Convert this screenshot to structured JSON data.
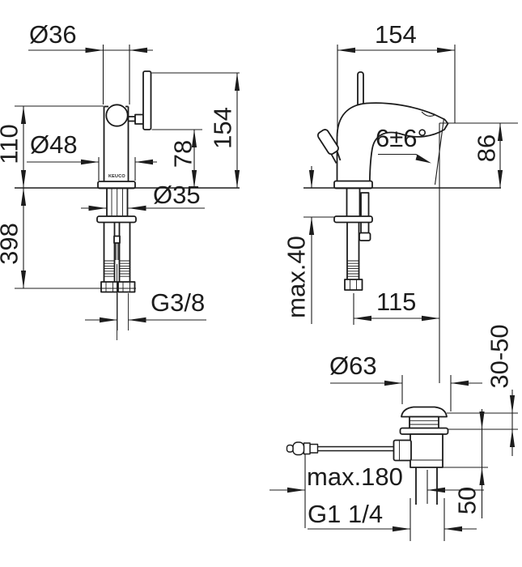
{
  "colors": {
    "line": "#1c1c1c",
    "background": "#ffffff"
  },
  "labels": {
    "front": {
      "dia36": "Ø36",
      "h110": "110",
      "dia48": "Ø48",
      "h398": "398",
      "h154": "154",
      "h78": "78",
      "dia35": "Ø35",
      "thread": "G3/8",
      "logo": "KEUCO"
    },
    "side": {
      "w154": "154",
      "angle": "6±6°",
      "h86": "86",
      "max40": "max.40",
      "w115": "115"
    },
    "drain": {
      "dia63": "Ø63",
      "range": "30-50",
      "max180": "max.180",
      "h50": "50",
      "thread": "G1 1/4"
    }
  }
}
